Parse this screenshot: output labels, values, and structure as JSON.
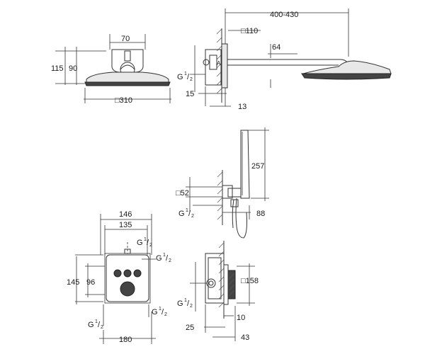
{
  "drawings": {
    "head_front": {
      "dims": {
        "width_top": "70",
        "height_total": "115",
        "height_body": "90",
        "plate": "□310"
      }
    },
    "head_side": {
      "dims": {
        "arm_length": "400-430",
        "plate": "□110",
        "drop": "64",
        "thread_g": "G",
        "thread_num": "1",
        "thread_den": "2",
        "offset": "15",
        "depth": "13",
        "marker": "A"
      }
    },
    "hand_shower": {
      "dims": {
        "length": "257",
        "holder": "□52",
        "thread_g": "G",
        "thread_num": "1",
        "thread_den": "2",
        "projection": "88"
      }
    },
    "thermostat_front": {
      "dims": {
        "width_outer": "146",
        "width_inner": "135",
        "height_outer": "145",
        "height_inner": "96",
        "width_bottom": "180",
        "g": "G",
        "num": "1",
        "den": "2"
      }
    },
    "thermostat_side": {
      "dims": {
        "plate": "□158",
        "wall": "10",
        "depth1": "25",
        "depth2": "43",
        "g": "G",
        "num": "1",
        "den": "2"
      }
    }
  }
}
